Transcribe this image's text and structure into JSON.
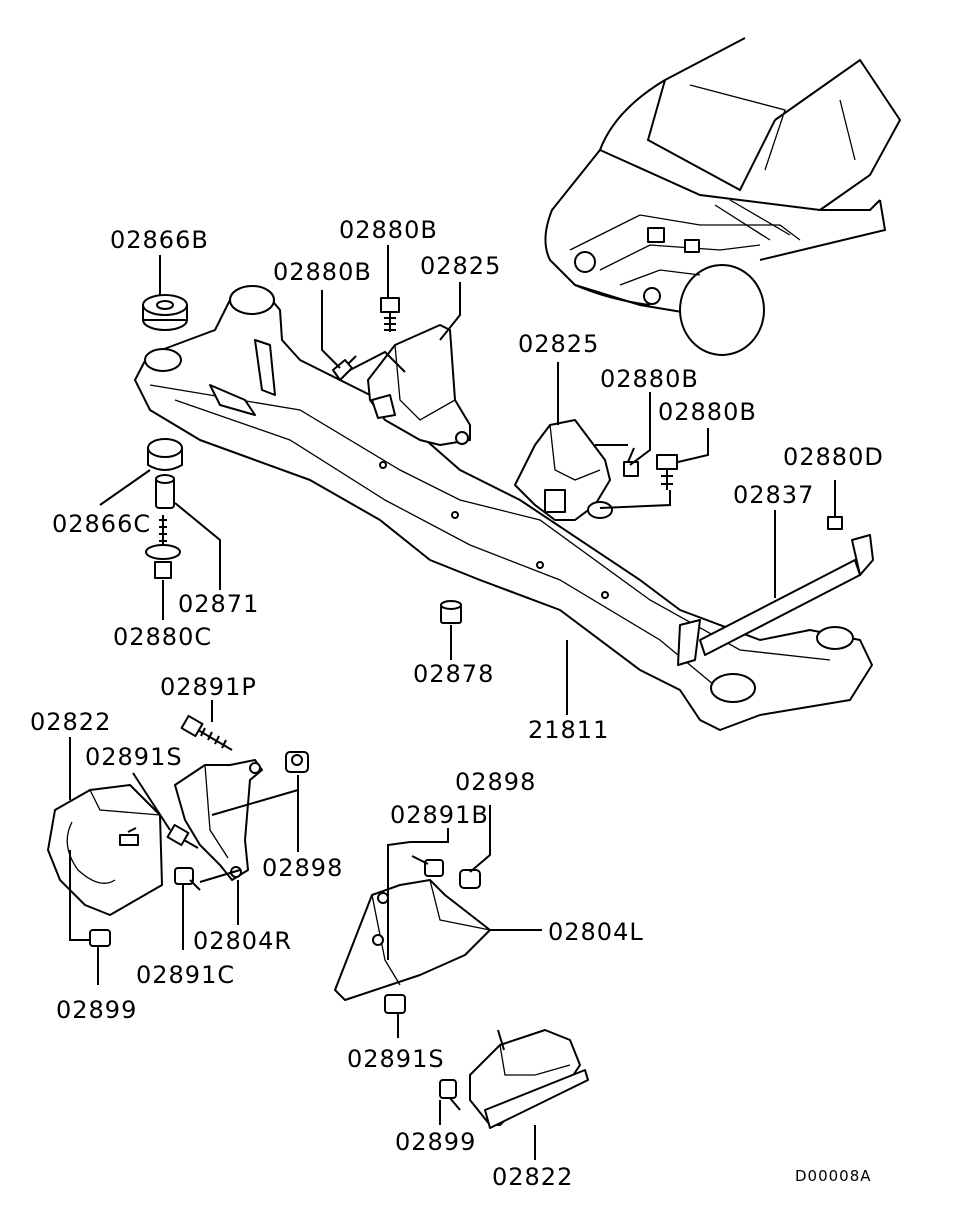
{
  "diagram": {
    "code": "D00008A",
    "labels": {
      "l02866B": "02866B",
      "l02880B_a": "02880B",
      "l02825_a": "02825",
      "l02880B_b": "02880B",
      "l02825_b": "02825",
      "l02880B_c": "02880B",
      "l02880B_d": "02880B",
      "l02880D": "02880D",
      "l02837": "02837",
      "l02866C": "02866C",
      "l02871": "02871",
      "l02880C": "02880C",
      "l02878": "02878",
      "l21811": "21811",
      "l02891P": "02891P",
      "l02822_a": "02822",
      "l02891S_a": "02891S",
      "l02898_a": "02898",
      "l02804R": "02804R",
      "l02891C": "02891C",
      "l02899_a": "02899",
      "l02898_b": "02898",
      "l02891B": "02891B",
      "l02804L": "02804L",
      "l02891S_b": "02891S",
      "l02899_b": "02899",
      "l02822_b": "02822"
    }
  }
}
